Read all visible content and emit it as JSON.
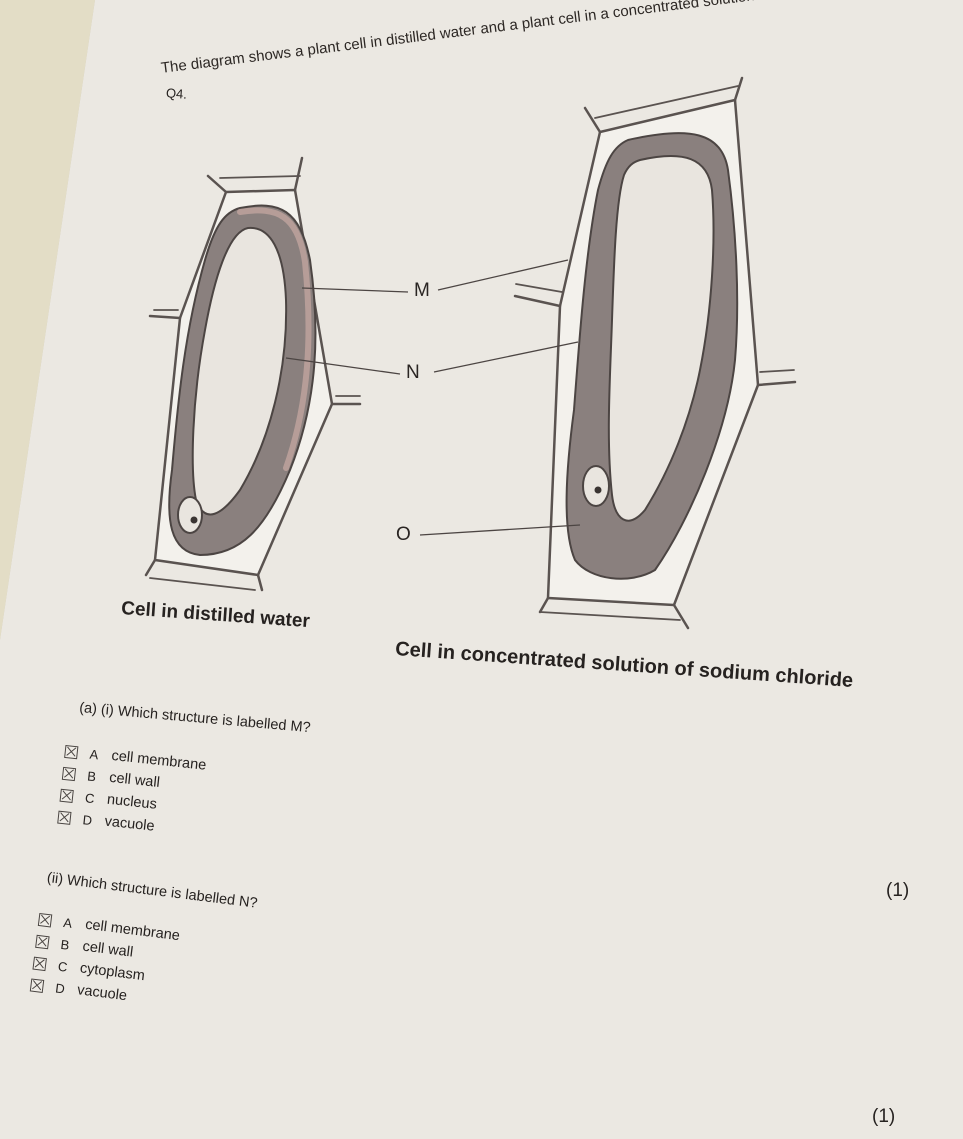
{
  "question_number": "Q4.",
  "intro": "The diagram shows a plant cell in distilled water and a plant cell in a concentrated solution of sodium chloride.",
  "diagram": {
    "caption_left": "Cell in distilled water",
    "caption_right": "Cell in concentrated solution of sodium chloride",
    "labels": {
      "m": "M",
      "n": "N",
      "o": "O"
    }
  },
  "part_a_i": {
    "question": "(a) (i) Which structure is labelled M?",
    "options": [
      {
        "letter": "A",
        "text": "cell membrane"
      },
      {
        "letter": "B",
        "text": "cell wall"
      },
      {
        "letter": "C",
        "text": "nucleus"
      },
      {
        "letter": "D",
        "text": "vacuole"
      }
    ],
    "marks": "(1)"
  },
  "part_a_ii": {
    "question": "(ii) Which structure is labelled N?",
    "options": [
      {
        "letter": "A",
        "text": "cell membrane"
      },
      {
        "letter": "B",
        "text": "cell wall"
      },
      {
        "letter": "C",
        "text": "cytoplasm"
      },
      {
        "letter": "D",
        "text": "vacuole"
      }
    ],
    "marks": "(1)"
  },
  "colors": {
    "paper": "#efece6",
    "cytoplasm": "#8a807e",
    "cytoplasm_light": "#c2b6b3",
    "vacuole": "#e9e5df",
    "ink": "#262220"
  }
}
